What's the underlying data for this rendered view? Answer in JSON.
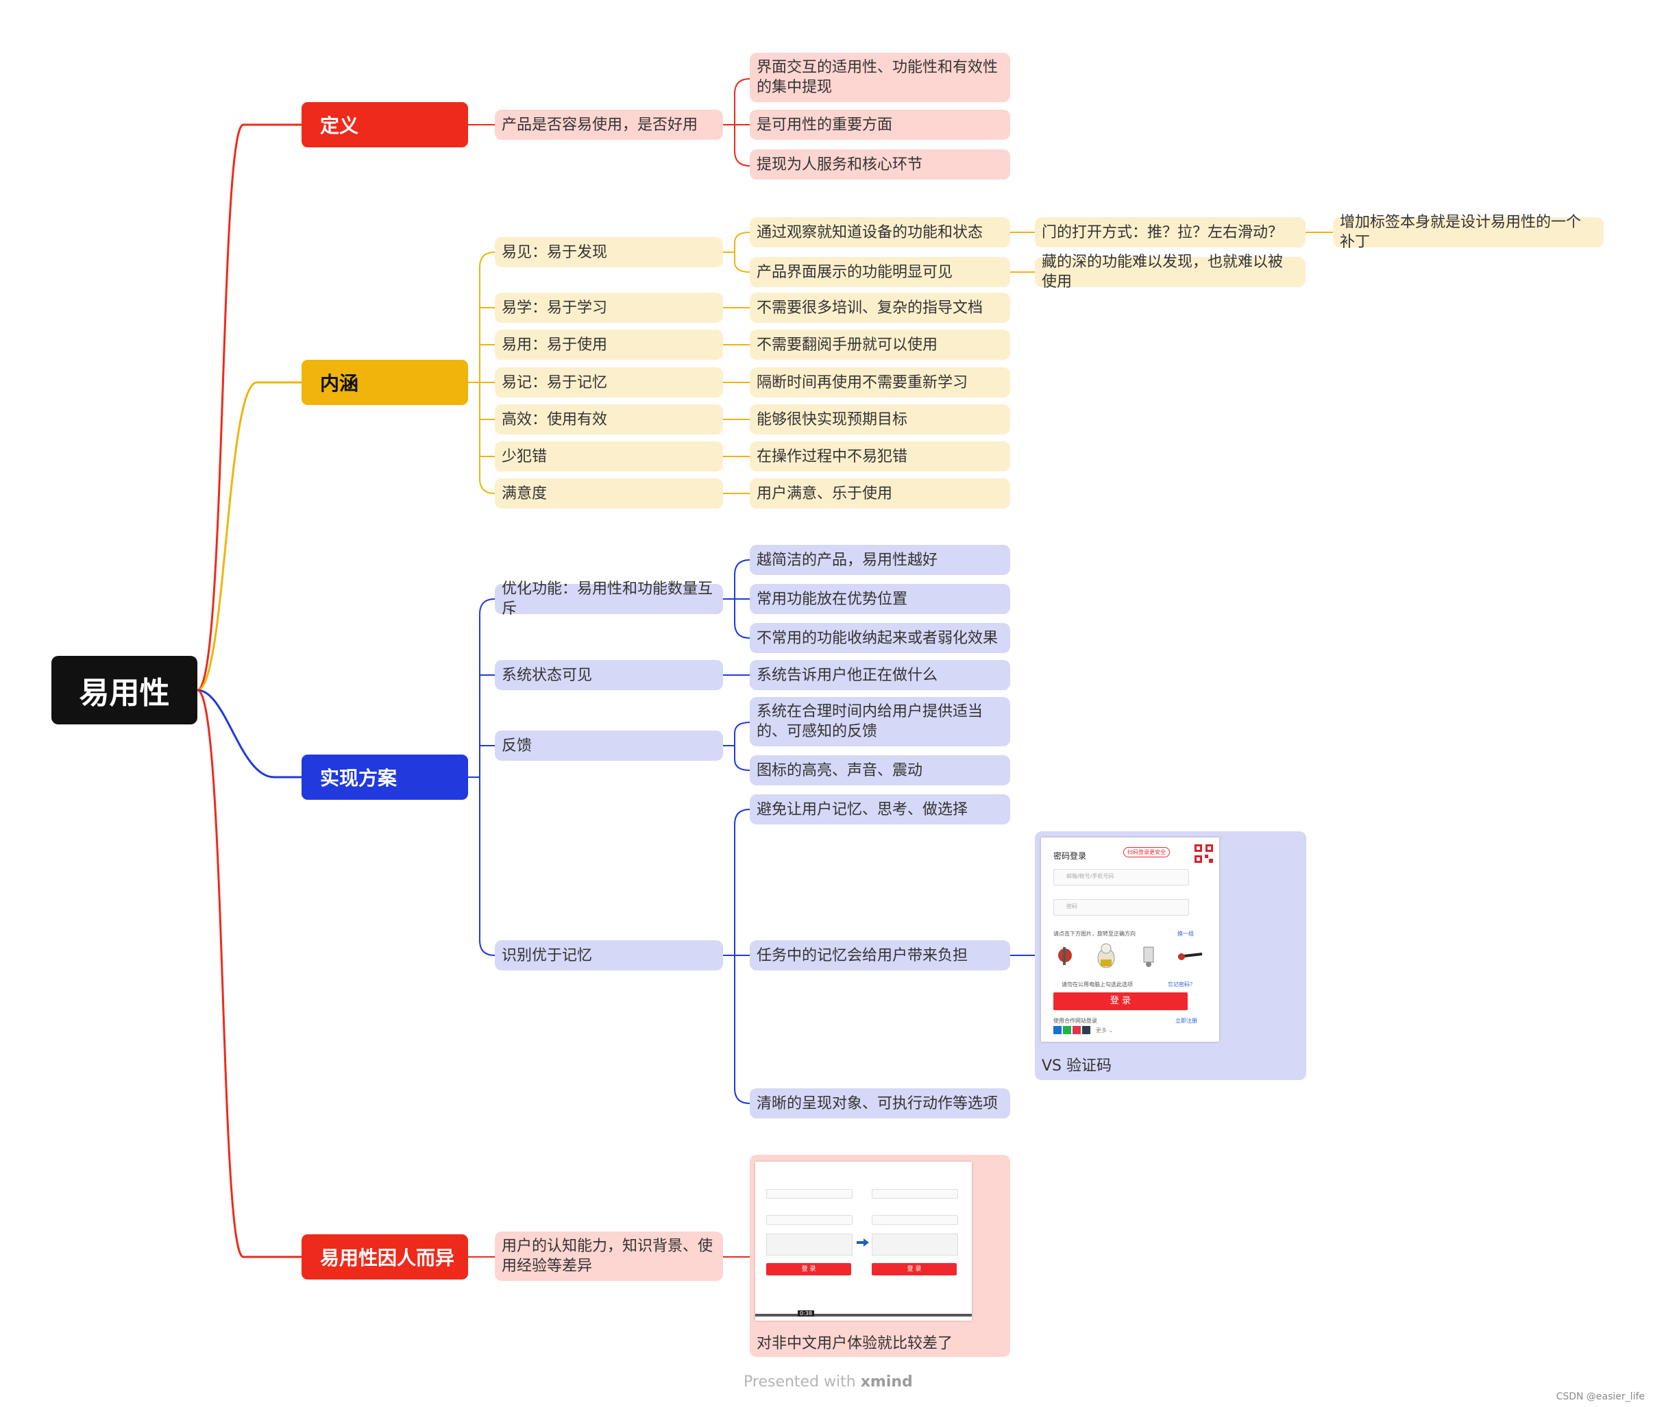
{
  "root": {
    "label": "易用性"
  },
  "colors": {
    "definition": "#ee2a1b",
    "connotation": "#f0b40a",
    "implementation": "#2139dd",
    "varies": "#ee2a1b",
    "pink": "#fdd5d1",
    "cream": "#fcefcc",
    "lavender": "#d5d8f6"
  },
  "branches": {
    "definition": {
      "label": "定义",
      "child": "产品是否容易使用，是否好用",
      "leaves": [
        "界面交互的适用性、功能性和有效性的集中提现",
        "是可用性的重要方面",
        "提现为人服务和核心环节"
      ]
    },
    "connotation": {
      "label": "内涵",
      "visible": {
        "label": "易见：易于发现",
        "items": [
          "通过观察就知道设备的功能和状态",
          "产品界面展示的功能明显可见"
        ],
        "door": "门的打开方式：推？拉？左右滑动？",
        "door_note": "增加标签本身就是设计易用性的一个补丁",
        "hidden": "藏的深的功能难以发现，也就难以被使用"
      },
      "rows": [
        {
          "label": "易学：易于学习",
          "value": "不需要很多培训、复杂的指导文档"
        },
        {
          "label": "易用：易于使用",
          "value": "不需要翻阅手册就可以使用"
        },
        {
          "label": "易记：易于记忆",
          "value": "隔断时间再使用不需要重新学习"
        },
        {
          "label": "高效：使用有效",
          "value": "能够很快实现预期目标"
        },
        {
          "label": "少犯错",
          "value": "在操作过程中不易犯错"
        },
        {
          "label": "满意度",
          "value": "用户满意、乐于使用"
        }
      ]
    },
    "implementation": {
      "label": "实现方案",
      "optimize": {
        "label": "优化功能：易用性和功能数量互斥",
        "items": [
          "越简洁的产品，易用性越好",
          "常用功能放在优势位置",
          "不常用的功能收纳起来或者弱化效果"
        ]
      },
      "status": {
        "label": "系统状态可见",
        "value": "系统告诉用户他正在做什么"
      },
      "feedback": {
        "label": "反馈",
        "items": [
          "系统在合理时间内给用户提供适当的、可感知的反馈",
          "图标的高亮、声音、震动"
        ]
      },
      "recognition": {
        "label": "识别优于记忆",
        "items": [
          "避免让用户记忆、思考、做选择",
          "任务中的记忆会给用户带来负担",
          "清晰的呈现对象、可执行动作等选项"
        ],
        "image_caption": "VS 验证码",
        "login": {
          "title": "密码登录",
          "badge": "扫码登录更安全",
          "account_placeholder": "邮箱/帐号/手机号码",
          "password_placeholder": "密码",
          "captcha_prompt": "请点击下方图片，旋转至正确方向",
          "refresh": "换一组",
          "remember": "请勿在公用电脑上勾选此选项",
          "forgot": "忘记密码？",
          "login_button": "登 录",
          "partner": "使用合作网站登录",
          "register": "立即注册",
          "more": "更多 ⌄"
        }
      }
    },
    "varies": {
      "label": "易用性因人而异",
      "child": "用户的认知能力，知识背景、使用经验等差异",
      "image_caption": "对非中文用户体验就比较差了",
      "compare": {
        "login_button": "登 录",
        "time": "0:38"
      }
    }
  },
  "footer": {
    "prefix": "Presented with",
    "brand": "xmind"
  },
  "credit": "CSDN @easier_life"
}
